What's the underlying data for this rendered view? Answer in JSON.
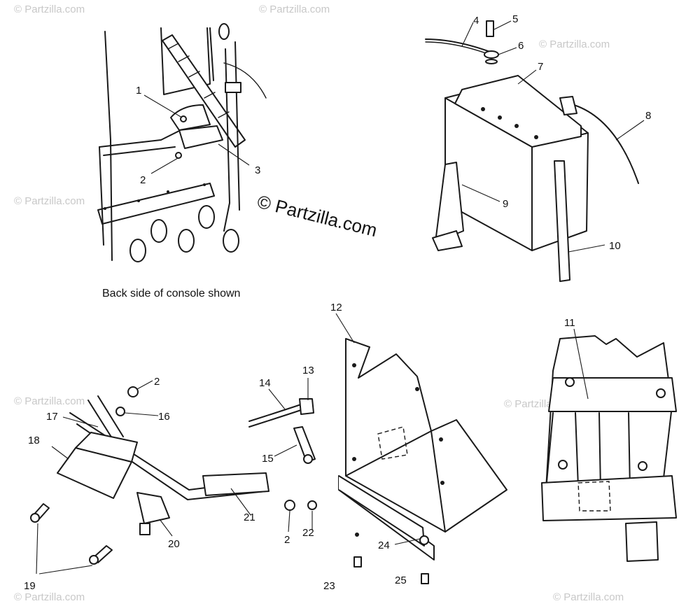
{
  "caption": "Back side of console shown",
  "watermark_main": "© Partzilla.com",
  "watermark_faint": "© Partzilla.com",
  "callouts": {
    "c1": "1",
    "c2a": "2",
    "c3": "3",
    "c4": "4",
    "c5": "5",
    "c6": "6",
    "c7": "7",
    "c8": "8",
    "c9": "9",
    "c10": "10",
    "c11": "11",
    "c12": "12",
    "c13": "13",
    "c14": "14",
    "c15": "15",
    "c16": "16",
    "c17": "17",
    "c18": "18",
    "c19": "19",
    "c20": "20",
    "c21": "21",
    "c2b": "2",
    "c22": "22",
    "c2c": "2",
    "c23": "23",
    "c24": "24",
    "c25": "25"
  }
}
